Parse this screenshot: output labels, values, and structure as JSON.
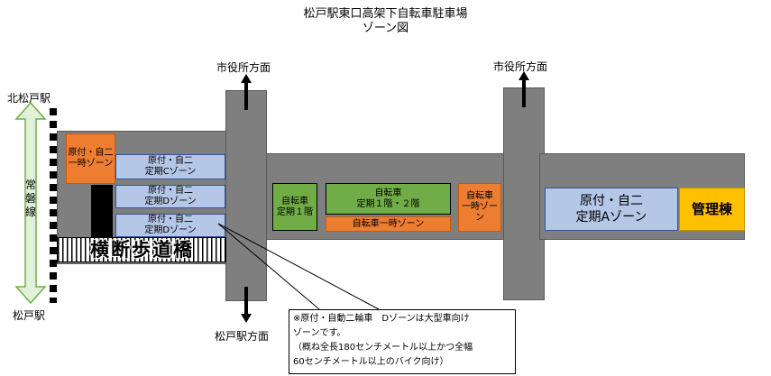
{
  "title": {
    "line1": "松戸駅東口高架下自転車駐車場",
    "line2": "ゾーン図"
  },
  "labels": {
    "shiyakusho_left": "市役所方面",
    "shiyakusho_right": "市役所方面",
    "matsudo_station_dir": "松戸駅方面",
    "kita_matsudo": "北松戸駅",
    "matsudo": "松戸駅",
    "joban_line": "常磐線",
    "crosswalk_bridge": "横断歩道橋"
  },
  "zones": {
    "orange_left_line1": "原付・自二",
    "orange_left_line2": "一時ゾーン",
    "c_line1": "原付・自二",
    "c_line2": "定期Cゾーン",
    "d_upper_line1": "原付・自二",
    "d_upper_line2": "定期Dゾーン",
    "d_lower_line1": "原付・自二",
    "d_lower_line2": "定期Dゾーン",
    "bike1_line1": "自転車",
    "bike1_line2": "定期１階",
    "bike2_line1": "自転車",
    "bike2_line2": "定期１階・２階",
    "bike_temp": "自転車一時ゾーン",
    "bike_temp_right_line1": "自転車",
    "bike_temp_right_line2": "一時ゾーン",
    "a_line1": "原付・自二",
    "a_line2": "定期Aゾーン",
    "management": "管理棟"
  },
  "note": {
    "line1": "※原付・自動二輪車　Dゾーンは大型車向け",
    "line2": "ゾーンです。",
    "line3": "（概ね全長180センチメートル以上かつ全幅",
    "line4": "60センチメートル以上のバイク向け）"
  },
  "colors": {
    "road": "#7f7f7f",
    "zone_blue": "#b4c7e7",
    "zone_orange": "#ed7d31",
    "zone_green": "#70ad47",
    "zone_yellow": "#ffc000",
    "rail_arrow": "#e2f0d9"
  }
}
